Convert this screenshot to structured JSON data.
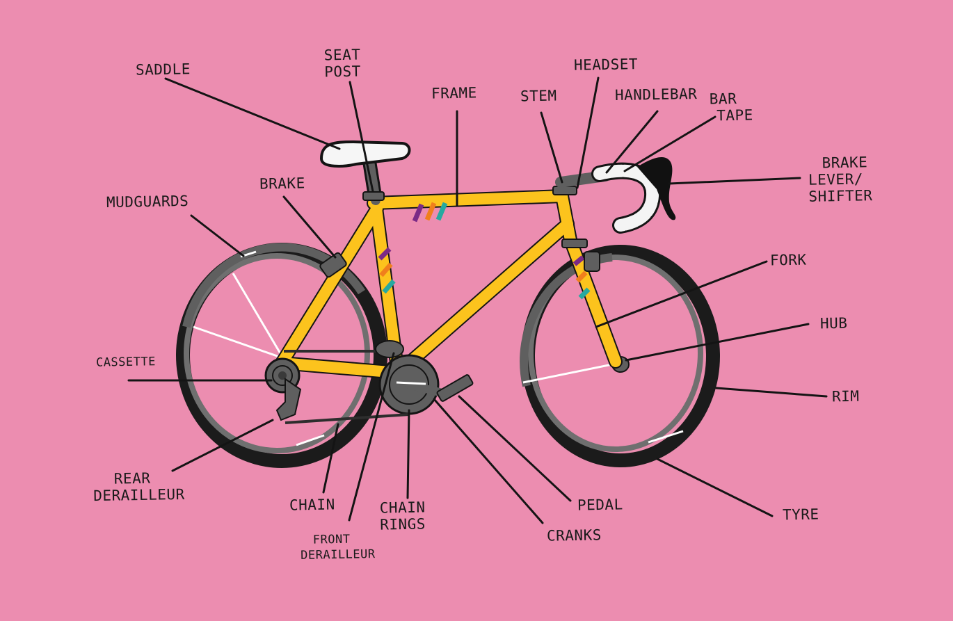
{
  "colors": {
    "background": "#ec8db0",
    "frame": "#fcc31d",
    "outline": "#141414",
    "tyre": "#1b1b1b",
    "tyre_shade": "#6f6f6f",
    "component": "#5f5f5f",
    "saddle": "#f6f6f6",
    "stripe_purple": "#7b2a86",
    "stripe_orange": "#f07f1c",
    "stripe_teal": "#26a9a0"
  },
  "labels": {
    "saddle": "SADDLE",
    "seat_post": [
      "SEAT",
      "POST"
    ],
    "frame": "FRAME",
    "headset": "HEADSET",
    "stem": "STEM",
    "handlebar": "HANDLEBAR",
    "bar_tape": [
      "BAR",
      "TAPE"
    ],
    "brake_lever": [
      "BRAKE",
      "LEVER/",
      "SHIFTER"
    ],
    "brake": "BRAKE",
    "mudguards": "MUDGUARDS",
    "fork": "FORK",
    "hub": "HUB",
    "cassette": "CASSETTE",
    "rim": "RIM",
    "rear_derailleur": [
      "REAR",
      "DERAILLEUR"
    ],
    "chain": "CHAIN",
    "front_derailleur": [
      "FRONT",
      "DERAILLEUR"
    ],
    "chain_rings": [
      "CHAIN",
      "RINGS"
    ],
    "pedal": "PEDAL",
    "cranks": "CRANKS",
    "tyre": "TYRE"
  }
}
